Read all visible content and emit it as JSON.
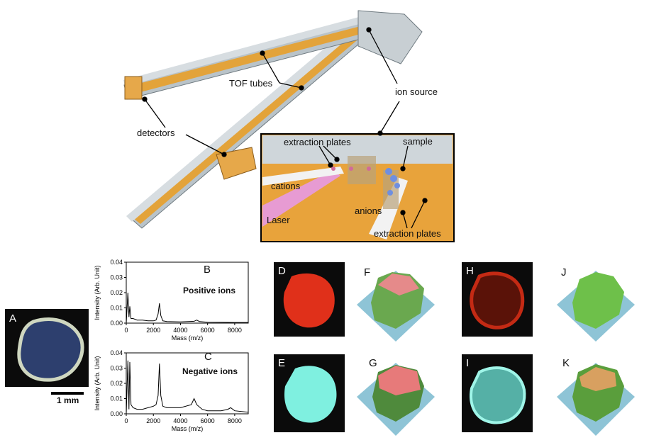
{
  "top": {
    "labels": {
      "tof_tubes": "TOF tubes",
      "ion_source": "ion source",
      "detectors": "detectors",
      "extraction_plates_top": "extraction plates",
      "sample": "sample",
      "cations": "cations",
      "laser": "Laser",
      "anions": "anions",
      "extraction_plates_bottom": "extraction plates"
    }
  },
  "panel_a": {
    "letter": "A",
    "scale": "1 mm"
  },
  "spectra": {
    "b": {
      "letter": "B",
      "title": "Positive ions"
    },
    "c": {
      "letter": "C",
      "title": "Negative ions"
    },
    "ylabel": "Intensity (Arb. Unit)",
    "xlabel": "Mass (m/z)",
    "yticks": [
      "0.00",
      "0.01",
      "0.02",
      "0.03",
      "0.04"
    ],
    "xticks": [
      "0",
      "2000",
      "4000",
      "6000",
      "8000"
    ]
  },
  "images": {
    "d": "D",
    "e": "E",
    "f": "F",
    "g": "G",
    "h": "H",
    "i": "I",
    "j": "J",
    "k": "K"
  },
  "chart_data": [
    {
      "type": "line",
      "title": "Positive ions",
      "xlabel": "Mass (m/z)",
      "ylabel": "Intensity (Arb. Unit)",
      "xlim": [
        0,
        9000
      ],
      "ylim": [
        0,
        0.04
      ],
      "x": [
        0,
        120,
        200,
        260,
        350,
        500,
        800,
        1200,
        1600,
        2000,
        2200,
        2350,
        2450,
        2550,
        2700,
        3000,
        4000,
        5000,
        5200,
        5400,
        6000,
        7000,
        8000,
        9000
      ],
      "y": [
        0.0,
        0.02,
        0.004,
        0.011,
        0.003,
        0.003,
        0.002,
        0.002,
        0.0015,
        0.0015,
        0.002,
        0.006,
        0.013,
        0.005,
        0.0015,
        0.001,
        0.0008,
        0.0012,
        0.002,
        0.001,
        0.0006,
        0.0005,
        0.0004,
        0.0004
      ]
    },
    {
      "type": "line",
      "title": "Negative ions",
      "xlabel": "Mass (m/z)",
      "ylabel": "Intensity (Arb. Unit)",
      "xlim": [
        0,
        9000
      ],
      "ylim": [
        0,
        0.04
      ],
      "x": [
        0,
        120,
        200,
        260,
        350,
        500,
        800,
        1200,
        1600,
        2000,
        2200,
        2350,
        2450,
        2550,
        2700,
        3000,
        4000,
        4800,
        5000,
        5200,
        5600,
        6000,
        7000,
        7500,
        7700,
        8000,
        9000
      ],
      "y": [
        0.0,
        0.035,
        0.003,
        0.034,
        0.006,
        0.004,
        0.003,
        0.003,
        0.004,
        0.005,
        0.006,
        0.012,
        0.033,
        0.012,
        0.005,
        0.004,
        0.004,
        0.006,
        0.01,
        0.006,
        0.003,
        0.002,
        0.002,
        0.003,
        0.004,
        0.002,
        0.001
      ]
    }
  ]
}
